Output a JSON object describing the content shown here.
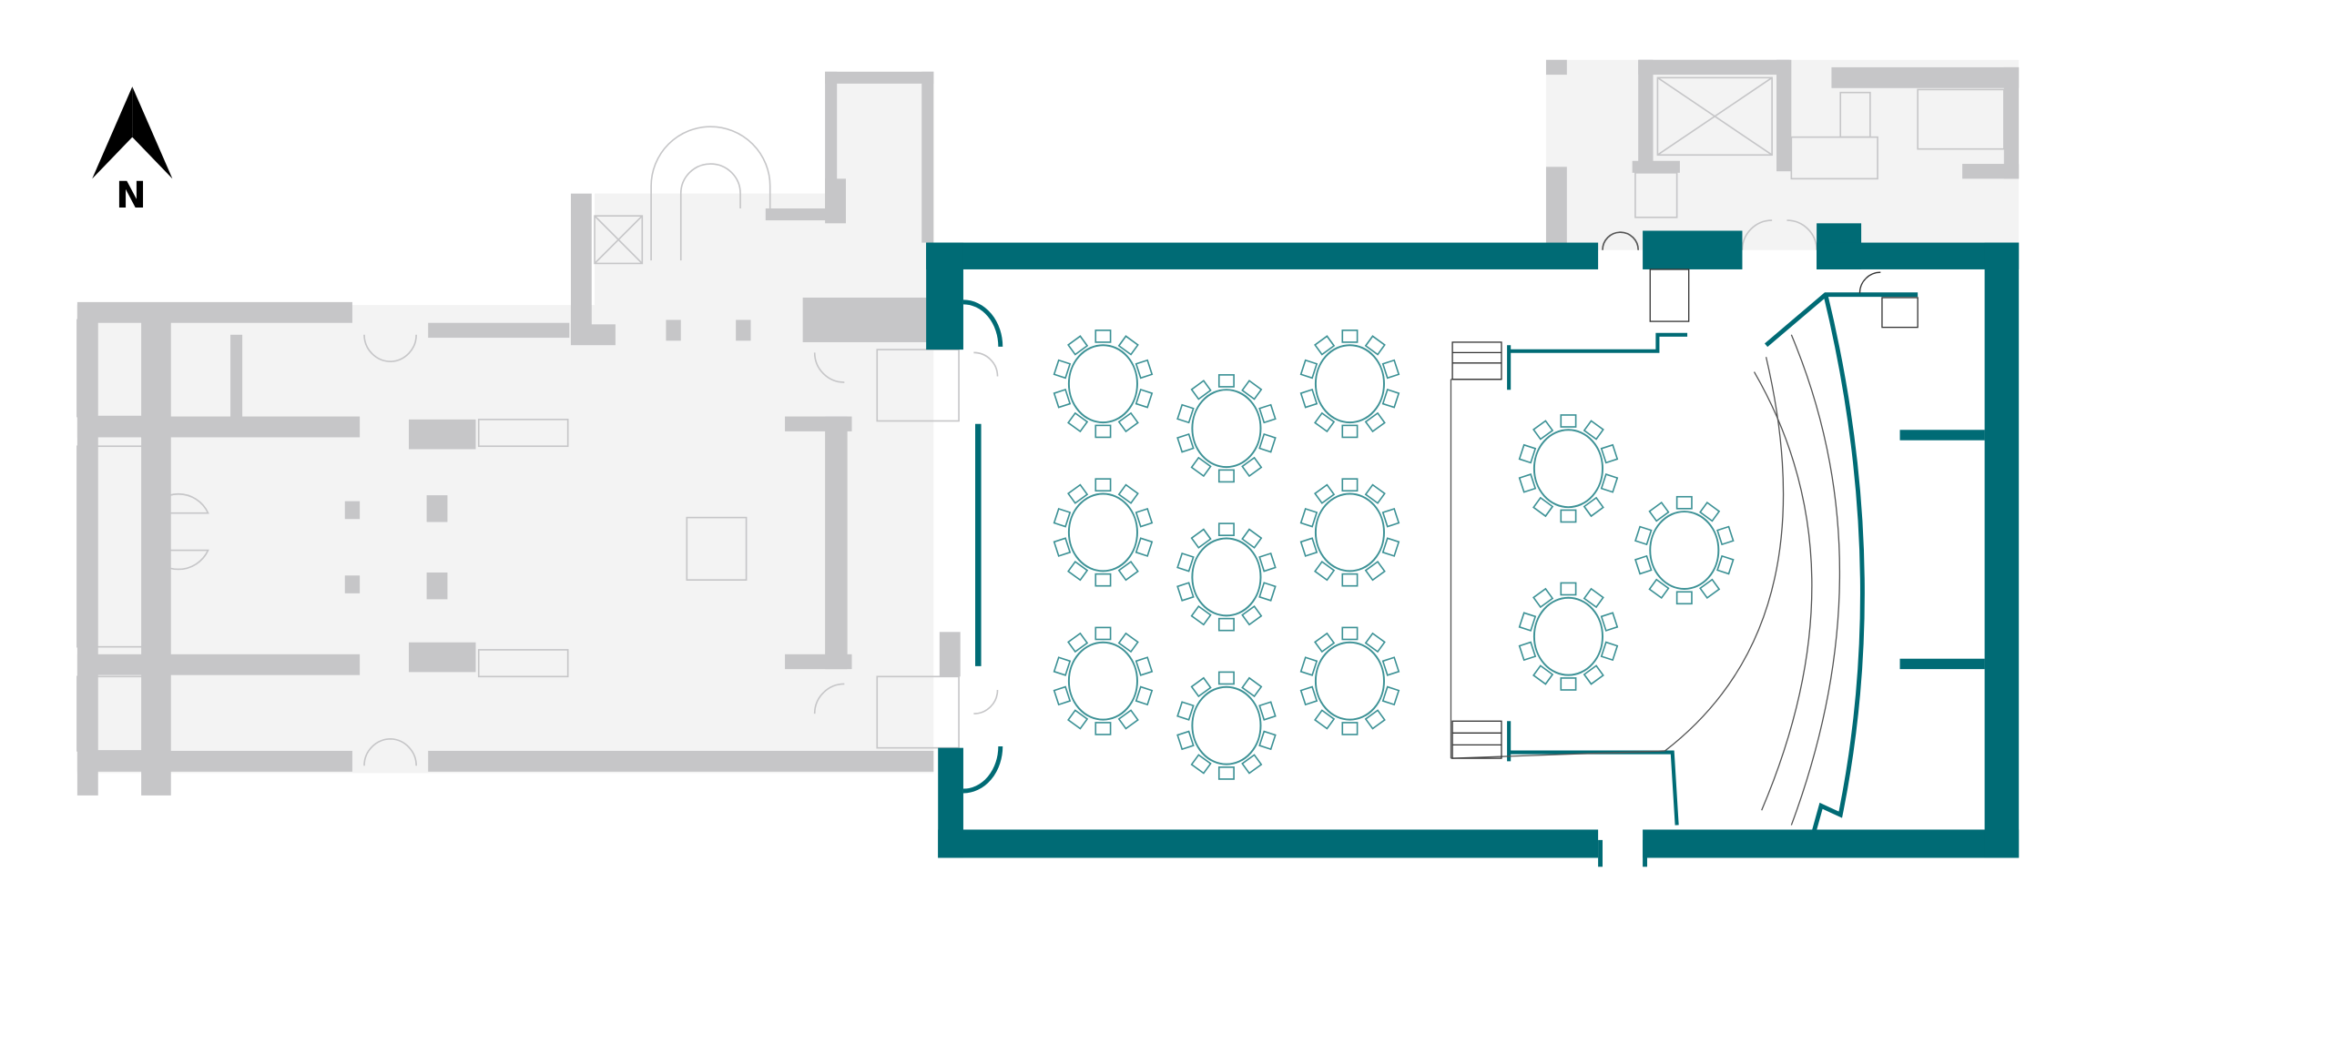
{
  "compass": {
    "label": "N"
  },
  "colors": {
    "highlight_wall": "#006b75",
    "table": "#3d9296",
    "context_wall": "#c6c6c8",
    "context_fill": "#f3f3f3",
    "line": "#555555"
  },
  "layout_info": {
    "seats_per_table": 10,
    "banquet_tables_main_floor": 9,
    "banquet_tables_stage_area": 3
  }
}
